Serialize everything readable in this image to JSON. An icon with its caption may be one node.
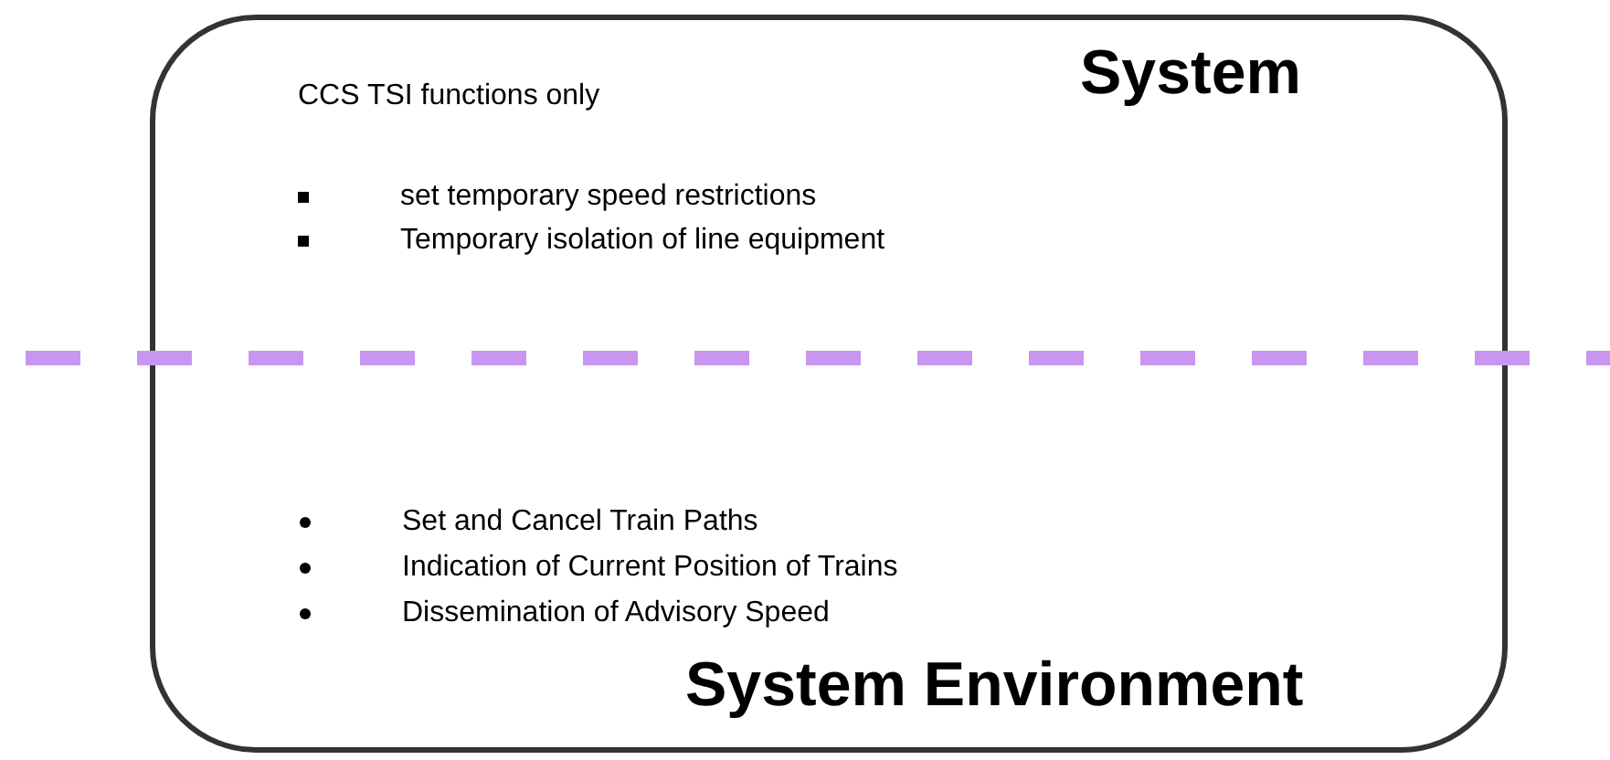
{
  "diagram": {
    "nodes": [
      {
        "text": [
          "CCS TSI functions only",
          "System",
          "set temporary speed restrictions",
          "Temporary isolation of line equipment",
          "Set and Cancel Train Paths",
          "Indication of Current Position of Trains",
          "Dissemination of Advisory Speed",
          "System Environment"
        ]
      }
    ]
  }
}
